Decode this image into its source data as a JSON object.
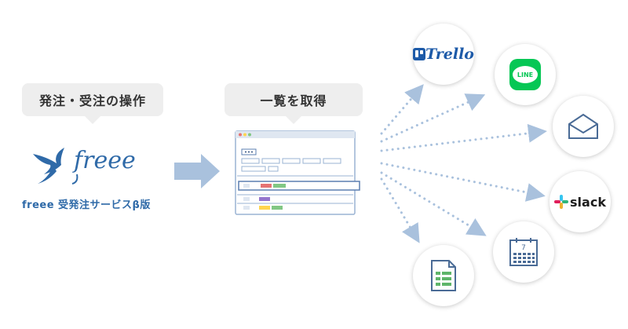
{
  "left": {
    "bubble_label": "発注・受注の操作",
    "logo_text": "freee",
    "caption": "freee 受発注サービスβ版"
  },
  "middle": {
    "bubble_label": "一覧を取得"
  },
  "targets": {
    "trello": {
      "icon": "trello-icon",
      "label": "Trello"
    },
    "line": {
      "icon": "line-icon",
      "label": "LINE"
    },
    "mail": {
      "icon": "mail-icon"
    },
    "slack": {
      "icon": "slack-icon",
      "label": "slack"
    },
    "calendar": {
      "icon": "calendar-icon",
      "day": "7"
    },
    "spreadsheet": {
      "icon": "spreadsheet-icon"
    }
  },
  "colors": {
    "freee_blue": "#2f6aa8",
    "arrow": "#a9c1dd",
    "dots": "#a9c1dd",
    "trello_blue": "#1d5aa8",
    "line_green": "#06c755"
  }
}
